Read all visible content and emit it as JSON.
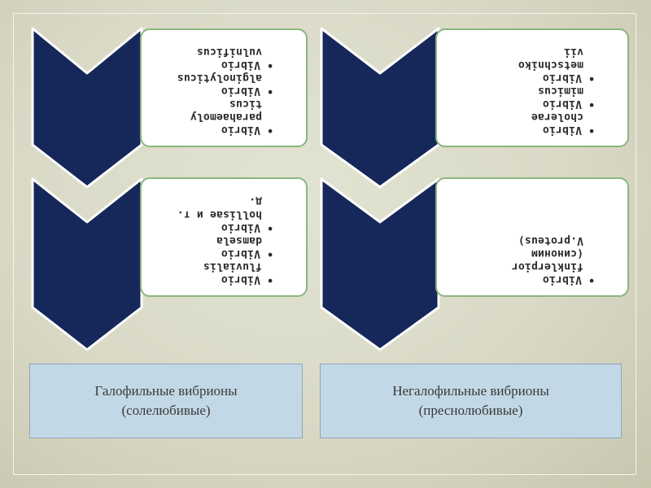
{
  "left_column": {
    "label_line1": "Галофильные вибрионы",
    "label_line2": "(солелюбивые)",
    "top_card": [
      "Vibrio\nparahaemoly\nticus",
      "Vibrio\nalginolyticus",
      "Vibrio\nvulnificus"
    ],
    "bottom_card": [
      "Vibrio\nfluvialis",
      "Vibrio\ndamsela",
      "Vibrio\nhollisae и т.\nд."
    ]
  },
  "right_column": {
    "label_line1": "Негалофильные вибрионы",
    "label_line2": "(преснолюбивые)",
    "top_card": [
      "Vibrio\ncholerae",
      "Vibrio\nmimicus",
      "Vibrio\nmetschniko\nvii"
    ],
    "bottom_card": [
      "Vibrio\nfinklerpior\n(синоним\nV.proteus)"
    ]
  },
  "colors": {
    "chevron_fill": "#16285a",
    "card_border": "#89b77f",
    "label_fill": "#c2d8e6"
  }
}
